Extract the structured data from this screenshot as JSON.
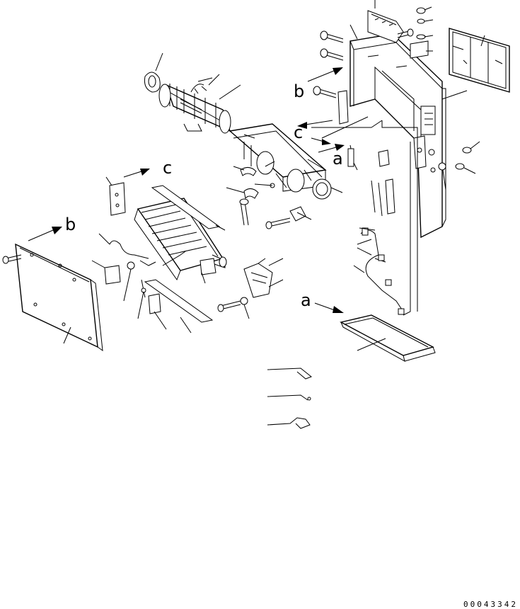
{
  "diagram": {
    "ref_labels": {
      "a": "a",
      "b": "b",
      "c": "c"
    },
    "drawing_number": "00043342"
  }
}
